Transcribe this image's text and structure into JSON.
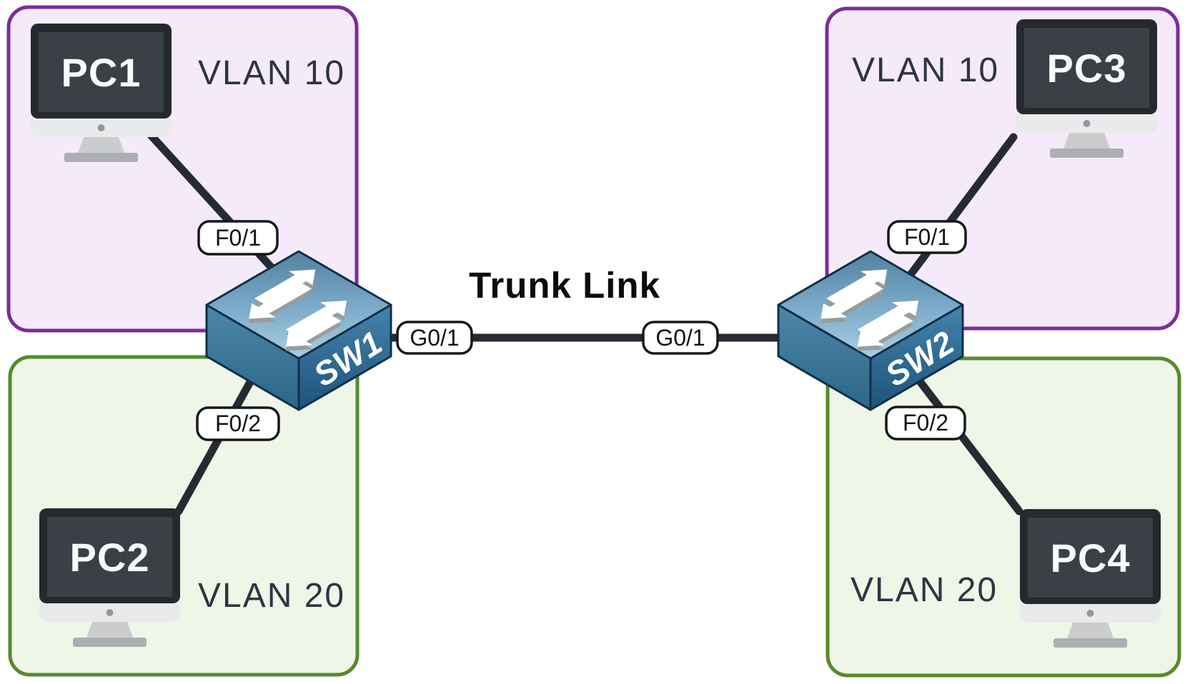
{
  "diagram": {
    "title": "Trunk Link",
    "zones": {
      "vlan10_left": {
        "label": "VLAN 10"
      },
      "vlan20_left": {
        "label": "VLAN 20"
      },
      "vlan10_right": {
        "label": "VLAN 10"
      },
      "vlan20_right": {
        "label": "VLAN 20"
      }
    },
    "switches": {
      "sw1": {
        "label": "SW1"
      },
      "sw2": {
        "label": "SW2"
      }
    },
    "pcs": {
      "pc1": {
        "label": "PC1"
      },
      "pc2": {
        "label": "PC2"
      },
      "pc3": {
        "label": "PC3"
      },
      "pc4": {
        "label": "PC4"
      }
    },
    "ports": {
      "sw1_pc1": "F0/1",
      "sw1_pc2": "F0/2",
      "sw1_trunk": "G0/1",
      "sw2_trunk": "G0/1",
      "sw2_pc3": "F0/1",
      "sw2_pc4": "F0/2"
    },
    "colors": {
      "vlan10_fill": "#F5EAF9",
      "vlan10_border": "#7B2D9B",
      "vlan20_fill": "#EFF5E7",
      "vlan20_border": "#568A2D",
      "cable": "#262B33",
      "port_pill_fill": "#FFFFFF",
      "port_pill_stroke": "#15181C",
      "pc_bezel": "#26292E",
      "pc_screen": "#3A4046",
      "zone_text": "#2E3542",
      "title_text": "#0A0C0F"
    }
  }
}
